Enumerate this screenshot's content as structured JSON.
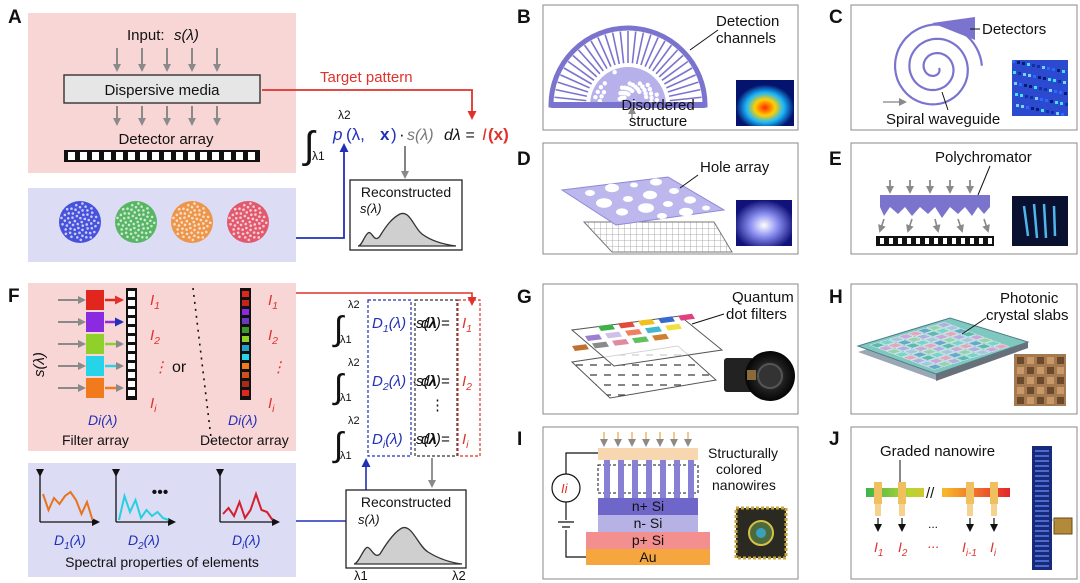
{
  "panels": {
    "A": {
      "letter": "A",
      "input_label": "Input:",
      "input_symbol": "s(λ)",
      "media_label": "Dispersive media",
      "detector_label": "Detector array",
      "target_label": "Target pattern",
      "eq_upper": "λ2",
      "eq_lower": "λ1",
      "eq_p": "p",
      "eq_p_args": "(λ,",
      "eq_x": "x",
      "eq_close": ")",
      "eq_dot": "·",
      "eq_s": "s(λ)",
      "eq_d": "dλ =",
      "eq_I": "I",
      "eq_Ix": "(x)",
      "recon_label": "Reconstructed",
      "recon_symbol": "s(λ)"
    },
    "B": {
      "letter": "B",
      "channels_label_1": "Detection",
      "channels_label_2": "channels",
      "disorder_label_1": "Disordered",
      "disorder_label_2": "structure"
    },
    "C": {
      "letter": "C",
      "detectors_label": "Detectors",
      "waveguide_label": "Spiral waveguide"
    },
    "D": {
      "letter": "D",
      "hole_label": "Hole array"
    },
    "E": {
      "letter": "E",
      "poly_label": "Polychromator"
    },
    "F": {
      "letter": "F",
      "s_label": "s(λ)",
      "I_labels": [
        "I1",
        "I2",
        "⋮",
        "Ii"
      ],
      "or_label": "or",
      "D_label": "Di(λ)",
      "filter_label": "Filter array",
      "detector_label": "Detector array",
      "eq_upper": "λ2",
      "eq_lower": "λ1",
      "eq_D": [
        "D1(λ)",
        "D2(λ)",
        "Di(λ)"
      ],
      "eq_s": "s(λ)",
      "eq_d": "dλ =",
      "eq_I": [
        "I1",
        "I2",
        "Ii"
      ],
      "eq_dots": "⋮",
      "spec_D": [
        "D1(λ)",
        "D2(λ)",
        "Di(λ)"
      ],
      "spec_dots": "•••",
      "spec_label": "Spectral properties of elements",
      "recon_label": "Reconstructed",
      "recon_symbol": "s(λ)",
      "axis_l1": "λ1",
      "axis_l2": "λ2"
    },
    "G": {
      "letter": "G",
      "qd_label_1": "Quantum",
      "qd_label_2": "dot filters"
    },
    "H": {
      "letter": "H",
      "pc_label_1": "Photonic",
      "pc_label_2": "crystal slabs"
    },
    "I": {
      "letter": "I",
      "nw_label_1": "Structurally",
      "nw_label_2": "colored",
      "nw_label_3": "nanowires",
      "current_label": "Ii",
      "layers": [
        "n+ Si",
        "n- Si",
        "p+ Si",
        "Au"
      ]
    },
    "J": {
      "letter": "J",
      "graded_label": "Graded nanowire",
      "break_mark": "//",
      "dots": "...",
      "I_labels": [
        "I1",
        "I2",
        "...",
        "Ii-1",
        "Ii"
      ]
    }
  },
  "colors": {
    "pink_bg": "#f9d6d6",
    "blue_bg": "#dcdcf5",
    "red": "#e0322b",
    "blue": "#2030b8",
    "purple": "#7b74cf",
    "gray_arrow": "#8a8a8a"
  }
}
